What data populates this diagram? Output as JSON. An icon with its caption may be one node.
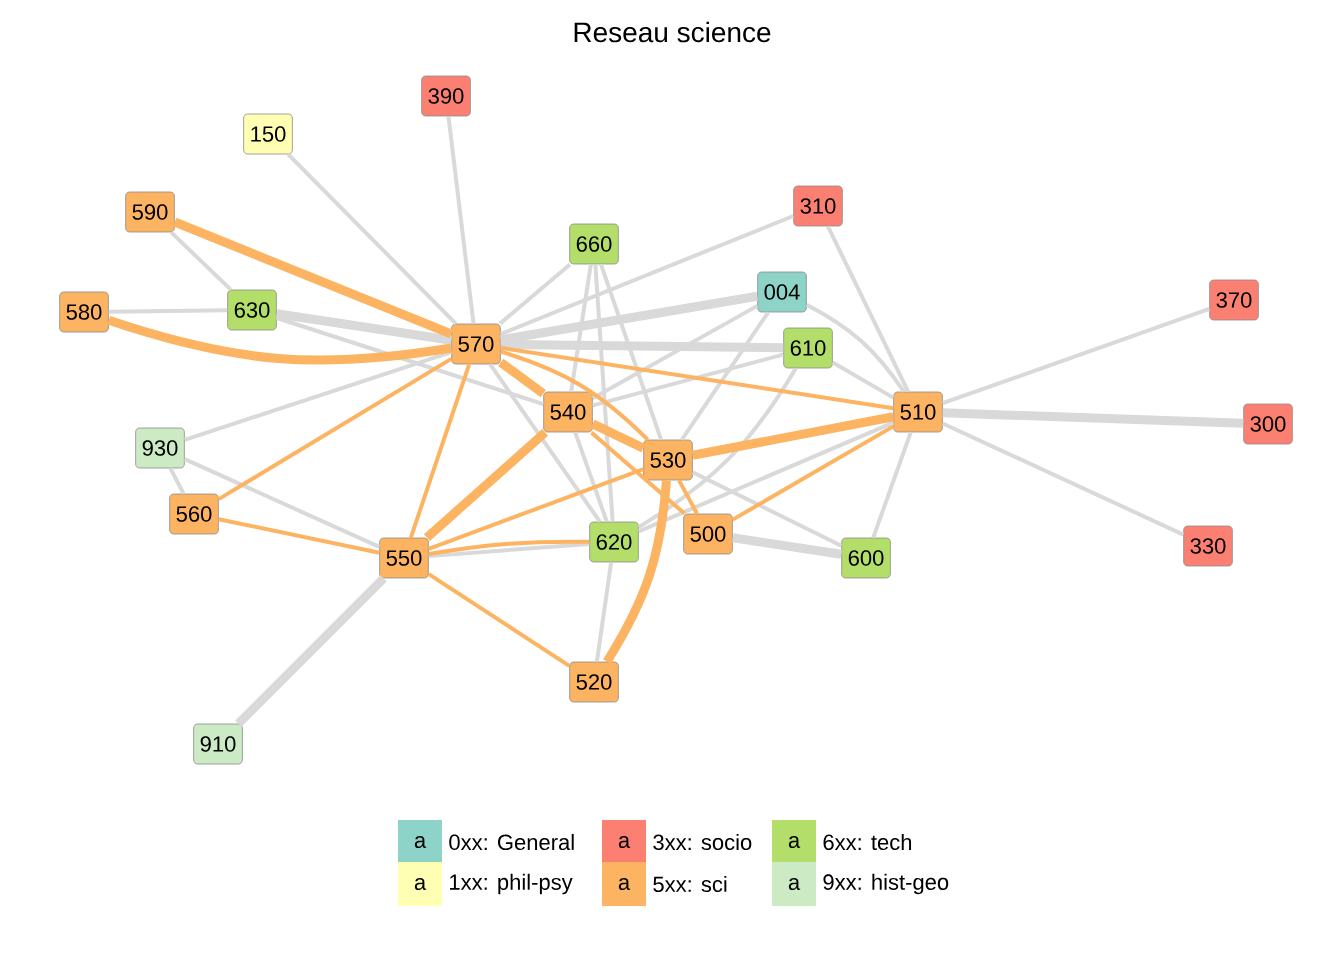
{
  "diagram": {
    "title": "Reseau science",
    "nodes": [
      {
        "text": [
          "390"
        ]
      },
      {
        "text": [
          "150"
        ]
      },
      {
        "text": [
          "590"
        ]
      },
      {
        "text": [
          "660"
        ]
      },
      {
        "text": [
          "310"
        ]
      },
      {
        "text": [
          "004"
        ]
      },
      {
        "text": [
          "580"
        ]
      },
      {
        "text": [
          "630"
        ]
      },
      {
        "text": [
          "610"
        ]
      },
      {
        "text": [
          "370"
        ]
      },
      {
        "text": [
          "570"
        ]
      },
      {
        "text": [
          "540"
        ]
      },
      {
        "text": [
          "510"
        ]
      },
      {
        "text": [
          "300"
        ]
      },
      {
        "text": [
          "530"
        ]
      },
      {
        "text": [
          "930"
        ]
      },
      {
        "text": [
          "560"
        ]
      },
      {
        "text": [
          "500"
        ]
      },
      {
        "text": [
          "620"
        ]
      },
      {
        "text": [
          "600"
        ]
      },
      {
        "text": [
          "330"
        ]
      },
      {
        "text": [
          "550"
        ]
      },
      {
        "text": [
          "520"
        ]
      },
      {
        "text": [
          "910"
        ]
      }
    ],
    "edges": [
      {
        "from": 0,
        "to": 10,
        "arrow": "none"
      },
      {
        "from": 1,
        "to": 10,
        "arrow": "none"
      },
      {
        "from": 2,
        "to": 7,
        "arrow": "none"
      },
      {
        "from": 7,
        "to": 10,
        "arrow": "none",
        "style": "thick"
      },
      {
        "from": 7,
        "to": 11,
        "arrow": "none"
      },
      {
        "from": 6,
        "to": 7,
        "arrow": "none"
      },
      {
        "from": 15,
        "to": 10,
        "arrow": "none"
      },
      {
        "from": 15,
        "to": 16,
        "arrow": "none"
      },
      {
        "from": 15,
        "to": 21,
        "arrow": "none"
      },
      {
        "from": 23,
        "to": 21,
        "arrow": "none",
        "style": "thick"
      },
      {
        "from": 21,
        "to": 18,
        "arrow": "none"
      },
      {
        "from": 10,
        "to": 3,
        "arrow": "none"
      },
      {
        "from": 10,
        "to": 4,
        "arrow": "none"
      },
      {
        "from": 10,
        "to": 5,
        "arrow": "none",
        "style": "thick"
      },
      {
        "from": 10,
        "to": 8,
        "arrow": "none",
        "style": "thick"
      },
      {
        "from": 10,
        "to": 18,
        "arrow": "none"
      },
      {
        "from": 3,
        "to": 11,
        "arrow": "none"
      },
      {
        "from": 3,
        "to": 18,
        "arrow": "none"
      },
      {
        "from": 3,
        "to": 14,
        "arrow": "none"
      },
      {
        "from": 11,
        "to": 5,
        "arrow": "none"
      },
      {
        "from": 11,
        "to": 8,
        "arrow": "none"
      },
      {
        "from": 11,
        "to": 18,
        "arrow": "none"
      },
      {
        "from": 14,
        "to": 5,
        "arrow": "none"
      },
      {
        "from": 18,
        "to": 8,
        "arrow": "none"
      },
      {
        "from": 18,
        "to": 12,
        "arrow": "none"
      },
      {
        "from": 14,
        "to": 19,
        "arrow": "none"
      },
      {
        "from": 17,
        "to": 19,
        "arrow": "none",
        "style": "thick"
      },
      {
        "from": 5,
        "to": 12,
        "arrow": "none"
      },
      {
        "from": 8,
        "to": 12,
        "arrow": "none"
      },
      {
        "from": 4,
        "to": 12,
        "arrow": "none"
      },
      {
        "from": 12,
        "to": 9,
        "arrow": "none"
      },
      {
        "from": 12,
        "to": 13,
        "arrow": "none",
        "style": "thick"
      },
      {
        "from": 12,
        "to": 20,
        "arrow": "none"
      },
      {
        "from": 12,
        "to": 19,
        "arrow": "none"
      },
      {
        "from": 22,
        "to": 18,
        "arrow": "none"
      },
      {
        "from": 2,
        "to": 10,
        "arrow": "none",
        "style": "thick",
        "color": "#fdb462"
      },
      {
        "from": 6,
        "to": 10,
        "arrow": "none",
        "style": "thick",
        "color": "#fdb462"
      },
      {
        "from": 16,
        "to": 10,
        "arrow": "none",
        "color": "#fdb462"
      },
      {
        "from": 16,
        "to": 21,
        "arrow": "none",
        "color": "#fdb462"
      },
      {
        "from": 21,
        "to": 10,
        "arrow": "none",
        "color": "#fdb462"
      },
      {
        "from": 21,
        "to": 11,
        "arrow": "none",
        "style": "thick",
        "color": "#fdb462"
      },
      {
        "from": 21,
        "to": 14,
        "arrow": "none",
        "color": "#fdb462"
      },
      {
        "from": 21,
        "to": 18,
        "arrow": "none",
        "color": "#fdb462"
      },
      {
        "from": 21,
        "to": 22,
        "arrow": "none",
        "color": "#fdb462"
      },
      {
        "from": 10,
        "to": 11,
        "arrow": "none",
        "style": "thick",
        "color": "#fdb462"
      },
      {
        "from": 10,
        "to": 14,
        "arrow": "none",
        "color": "#fdb462"
      },
      {
        "from": 10,
        "to": 12,
        "arrow": "none",
        "color": "#fdb462"
      },
      {
        "from": 11,
        "to": 14,
        "arrow": "none",
        "style": "thick",
        "color": "#fdb462"
      },
      {
        "from": 11,
        "to": 17,
        "arrow": "none",
        "color": "#fdb462"
      },
      {
        "from": 14,
        "to": 12,
        "arrow": "none",
        "style": "thick",
        "color": "#fdb462"
      },
      {
        "from": 14,
        "to": 17,
        "arrow": "none",
        "color": "#fdb462"
      },
      {
        "from": 14,
        "to": 22,
        "arrow": "none",
        "style": "thick",
        "color": "#fdb462"
      },
      {
        "from": 17,
        "to": 12,
        "arrow": "none",
        "color": "#fdb462"
      }
    ],
    "labels": [
      "a",
      "a",
      "a",
      "a",
      "a",
      "a"
    ],
    "legend": [
      {
        "text": "0xx: General",
        "color": "#8dd3c7"
      },
      {
        "text": "3xx: socio",
        "color": "#fb8072"
      },
      {
        "text": "6xx: tech",
        "color": "#b3de69"
      },
      {
        "text": "1xx: phil-psy",
        "color": "#ffffb3"
      },
      {
        "text": "5xx: sci",
        "color": "#fdb462"
      },
      {
        "text": "9xx: hist-geo",
        "color": "#ccebc5"
      }
    ]
  }
}
